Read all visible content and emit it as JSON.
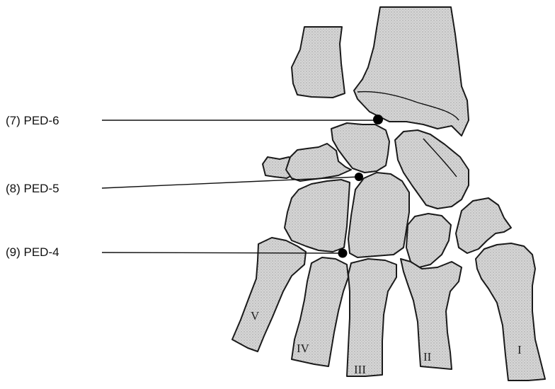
{
  "callouts": [
    {
      "label": "(7) PED-6"
    },
    {
      "label": "(8) PED-5"
    },
    {
      "label": "(9) PED-4"
    }
  ],
  "metacarpal_labels": {
    "i": "I",
    "ii": "II",
    "iii": "III",
    "iv": "IV",
    "v": "V"
  },
  "colors": {
    "bone_fill": "#cfcfcf",
    "outline": "#1a1a1a",
    "point": "#000000"
  }
}
